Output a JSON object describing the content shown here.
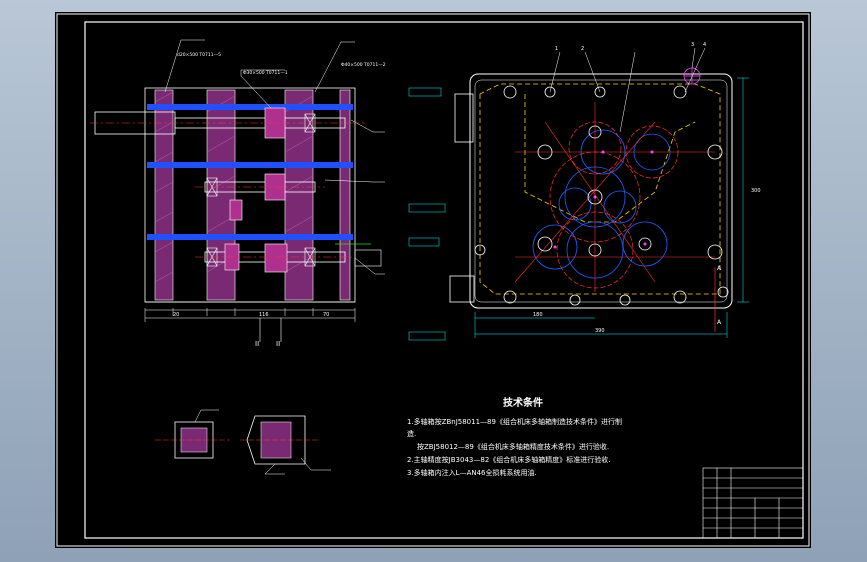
{
  "drawing": {
    "tech_title": "技术条件",
    "tech_lines": [
      "1.多轴箱按ZBnJ58011—89《组合机床多轴箱制造技术条件》进行制",
      "造.",
      "按ZBJ58012—89《组合机床多轴箱精度技术条件》进行验收.",
      "2.主轴精度按JB3043—82《组合机床多轴箱精度》标准进行验收.",
      "3.多轴箱内注入L—AN46全损耗系统用油."
    ],
    "section_labels": [
      "II",
      "II",
      "A",
      "A"
    ],
    "dims_bottom": [
      "20",
      "116",
      "70"
    ],
    "dim_right_total": "300",
    "dim_width_main": "390",
    "dim_width_sub": "180",
    "callouts_top": [
      "1",
      "2",
      "3",
      "4"
    ],
    "leader_notes": [
      "d20×500 T0711—5",
      "Φ30×500 T0711—1",
      "Φ40×500 T0711—2"
    ]
  },
  "colors": {
    "background": "#000000",
    "frame": "#ffffff",
    "body_fill": "#b0288e",
    "outline": "#ffffff",
    "centerline": "#ff3030",
    "dimension": "#00ffff",
    "hidden": "#ffd400",
    "circle_blue": "#2060ff",
    "green": "#20e020"
  }
}
